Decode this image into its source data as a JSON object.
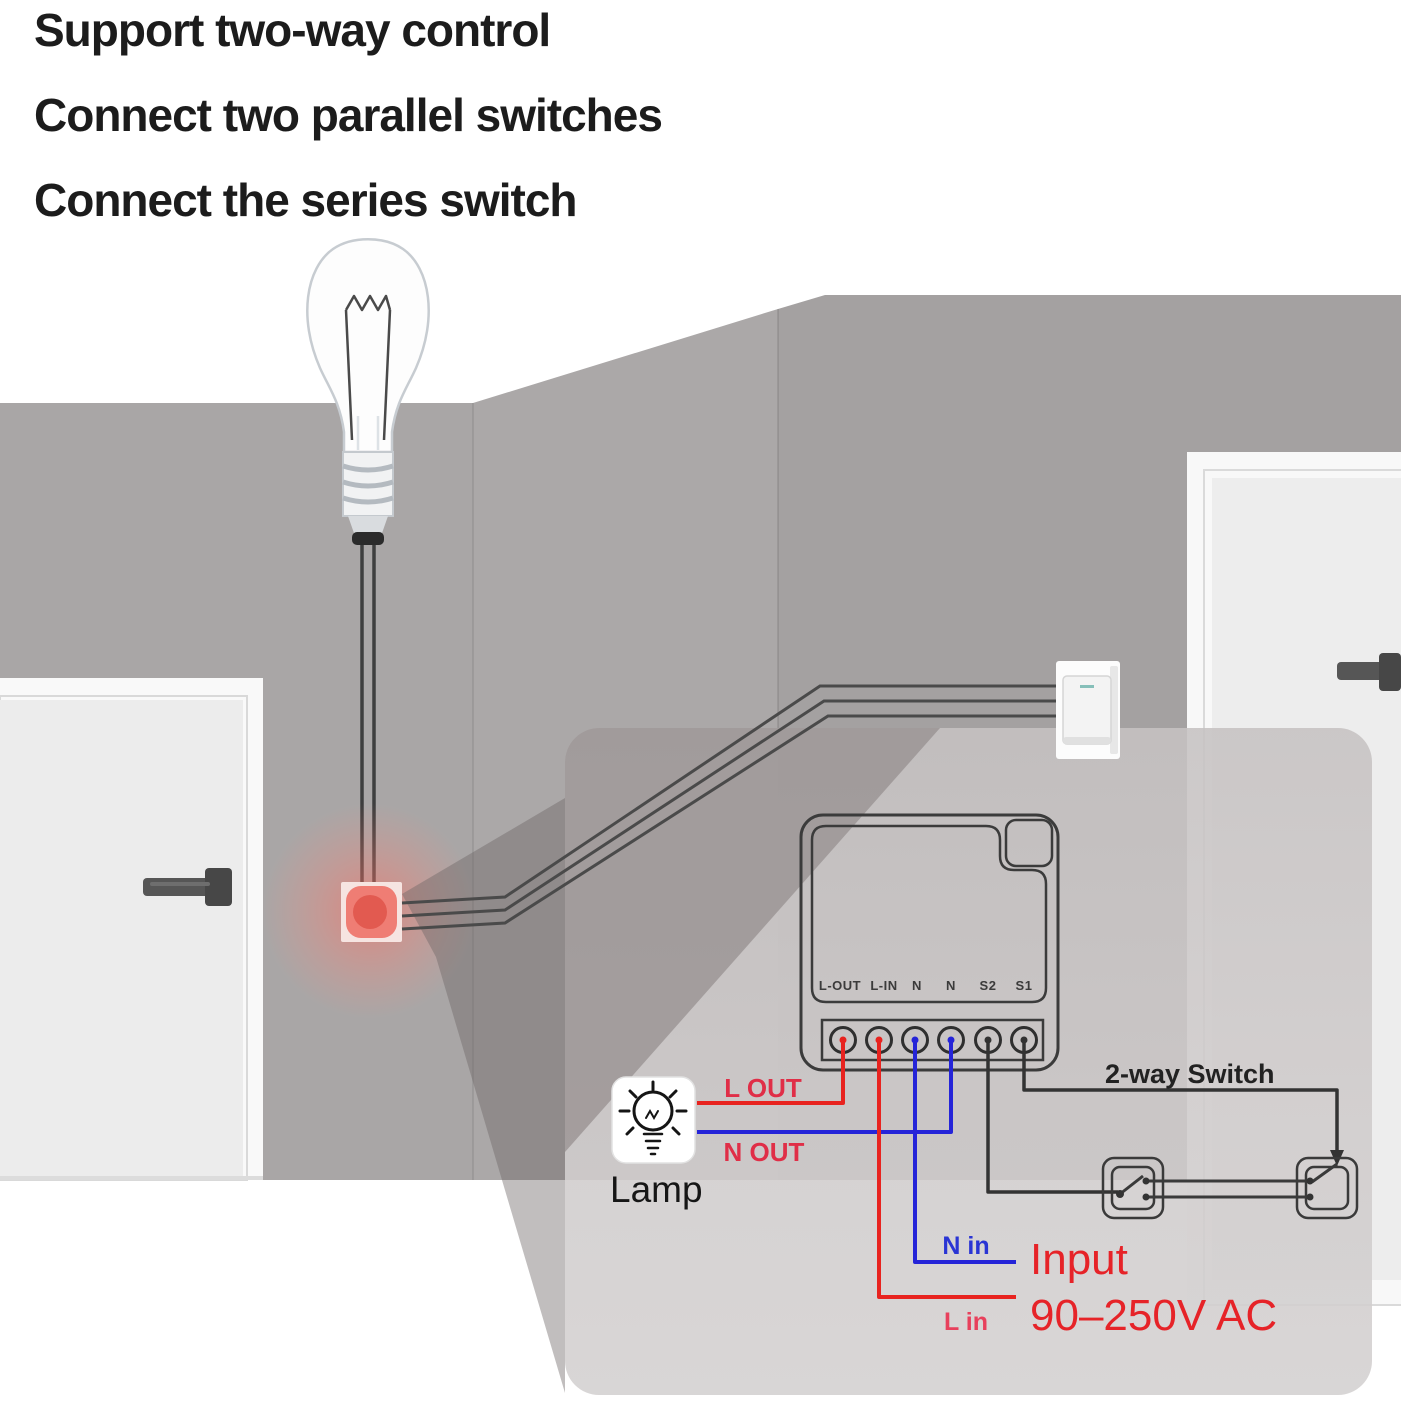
{
  "title_lines": [
    "Support two-way control",
    "Connect two parallel switches",
    "Connect the series switch"
  ],
  "diagram": {
    "module_terminals": [
      "L-OUT",
      "L-IN",
      "N",
      "N",
      "S2",
      "S1"
    ],
    "wire_labels": {
      "l_out": "L OUT",
      "n_out": "N OUT",
      "n_in": "N in",
      "l_in": "L in"
    },
    "lamp_label": "Lamp",
    "switch_label": "2-way Switch",
    "input_label": "Input",
    "input_voltage": "90–250V AC"
  },
  "colors": {
    "live_wire": "#e8231f",
    "neutral_wire": "#2524d8",
    "switch_wire": "#333333",
    "label_red": "#e02e47",
    "label_blue": "#2a35d4",
    "input_red": "#e62328",
    "button_glow": "#ff6a5e",
    "wall_gray": "#a7a4a4"
  }
}
